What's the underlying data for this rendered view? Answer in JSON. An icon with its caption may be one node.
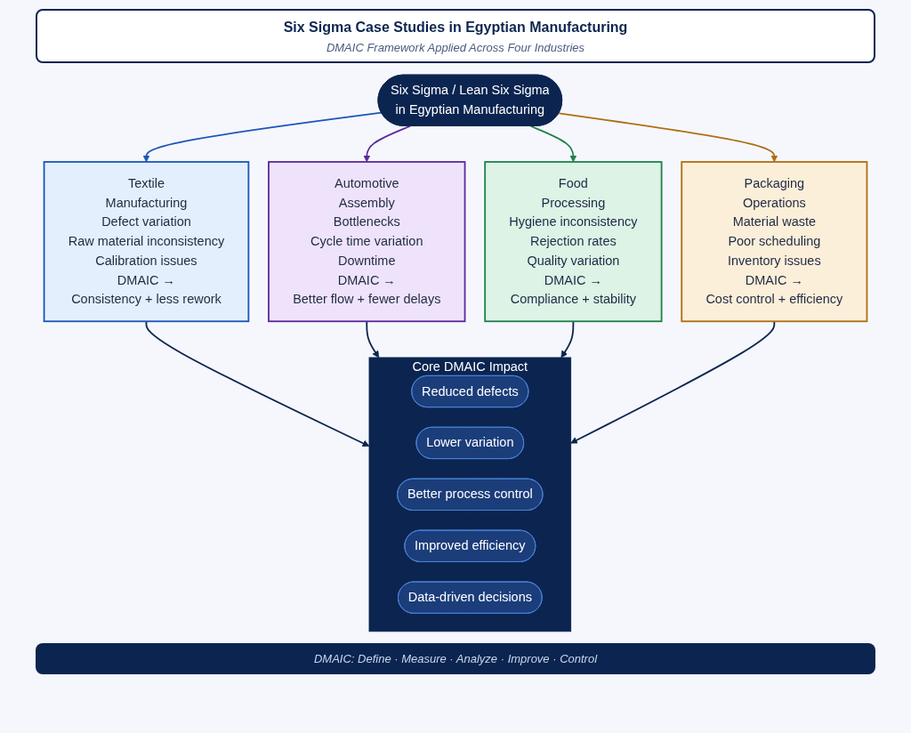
{
  "diagram": {
    "title": "Six Sigma Case Studies in Egyptian Manufacturing",
    "caption": "DMAIC: Define · Measure · Analyze · Improve · Control",
    "labels": [
      "DMAIC Framework Applied Across Four Industries"
    ],
    "nodes": [
      {
        "text": [
          "Six Sigma / Lean Six Sigma",
          "in Egyptian Manufacturing"
        ]
      },
      {
        "text": [
          "Textile",
          "Manufacturing",
          "Defect variation",
          "Raw material inconsistency",
          "Calibration issues",
          "DMAIC →",
          "Consistency + less rework"
        ]
      },
      {
        "text": [
          "Automotive",
          "Assembly",
          "Bottlenecks",
          "Cycle time variation",
          "Downtime",
          "DMAIC →",
          "Better flow + fewer delays"
        ]
      },
      {
        "text": [
          "Food",
          "Processing",
          "Hygiene inconsistency",
          "Rejection rates",
          "Quality variation",
          "DMAIC →",
          "Compliance + stability"
        ]
      },
      {
        "text": [
          "Packaging",
          "Operations",
          "Material waste",
          "Poor scheduling",
          "Inventory issues",
          "DMAIC →",
          "Cost control + efficiency"
        ]
      },
      {
        "text": [
          "Core DMAIC Impact"
        ]
      },
      {
        "text": [
          "Reduced defects"
        ],
        "in": 5
      },
      {
        "text": [
          "Lower variation"
        ],
        "in": 5
      },
      {
        "text": [
          "Better process control"
        ],
        "in": 5
      },
      {
        "text": [
          "Improved efficiency"
        ],
        "in": 5
      },
      {
        "text": [
          "Data-driven decisions"
        ],
        "in": 5
      }
    ],
    "edges": [
      {
        "from": 0,
        "to": 1,
        "arrow": "to",
        "color": "#1a56b8"
      },
      {
        "from": 0,
        "to": 2,
        "arrow": "to",
        "color": "#5b2a9a"
      },
      {
        "from": 0,
        "to": 3,
        "arrow": "to",
        "color": "#21804a"
      },
      {
        "from": 0,
        "to": 4,
        "arrow": "to",
        "color": "#b06d12"
      },
      {
        "from": 1,
        "to": 5,
        "arrow": "to",
        "color": "#0b2550"
      },
      {
        "from": 2,
        "to": 5,
        "arrow": "to",
        "color": "#0b2550"
      },
      {
        "from": 3,
        "to": 5,
        "arrow": "to",
        "color": "#0b2550"
      },
      {
        "from": 4,
        "to": 5,
        "arrow": "to",
        "color": "#0b2550"
      }
    ]
  }
}
